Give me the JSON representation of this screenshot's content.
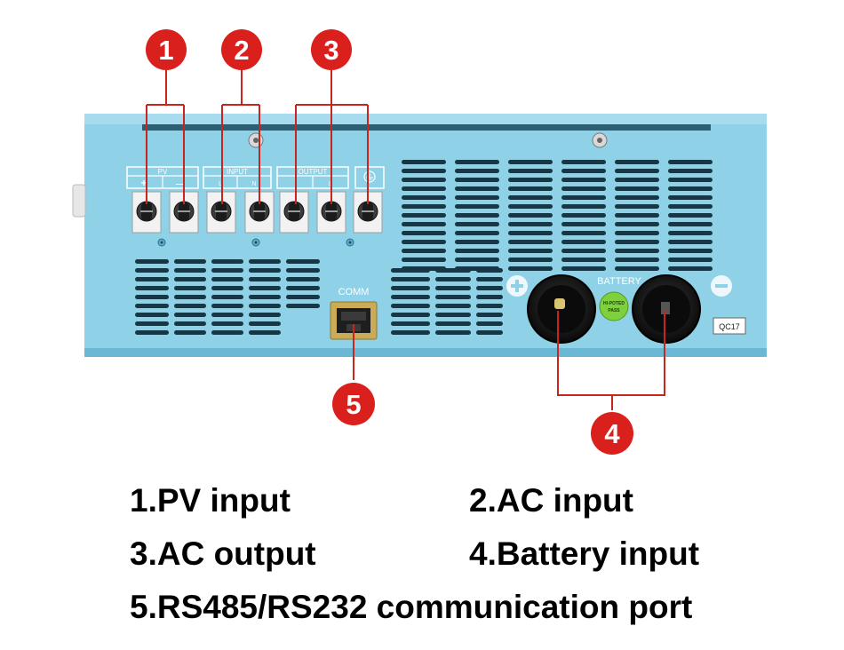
{
  "panel": {
    "pv_header": "PV",
    "pv_plus": "+",
    "pv_minus": "—",
    "input_header": "INPUT",
    "input_l": "L",
    "input_n": "N",
    "output_header": "OUTPUT",
    "output_l": "L",
    "comm_label": "COMM",
    "battery_label": "BATTERY",
    "hipot_line1": "HI-POTED",
    "hipot_line2": "PASS",
    "qc_label": "QC17"
  },
  "callouts": [
    "1",
    "2",
    "3",
    "4",
    "5"
  ],
  "legend": [
    "1.PV input",
    "2.AC input",
    "3.AC output",
    "4.Battery input",
    "5.RS485/RS232 communication port"
  ],
  "colors": {
    "housing": "#8fd1e6",
    "housing_dark": "#5fb0cf",
    "callout_red": "#d9201c",
    "leader_red": "#c8251f"
  }
}
